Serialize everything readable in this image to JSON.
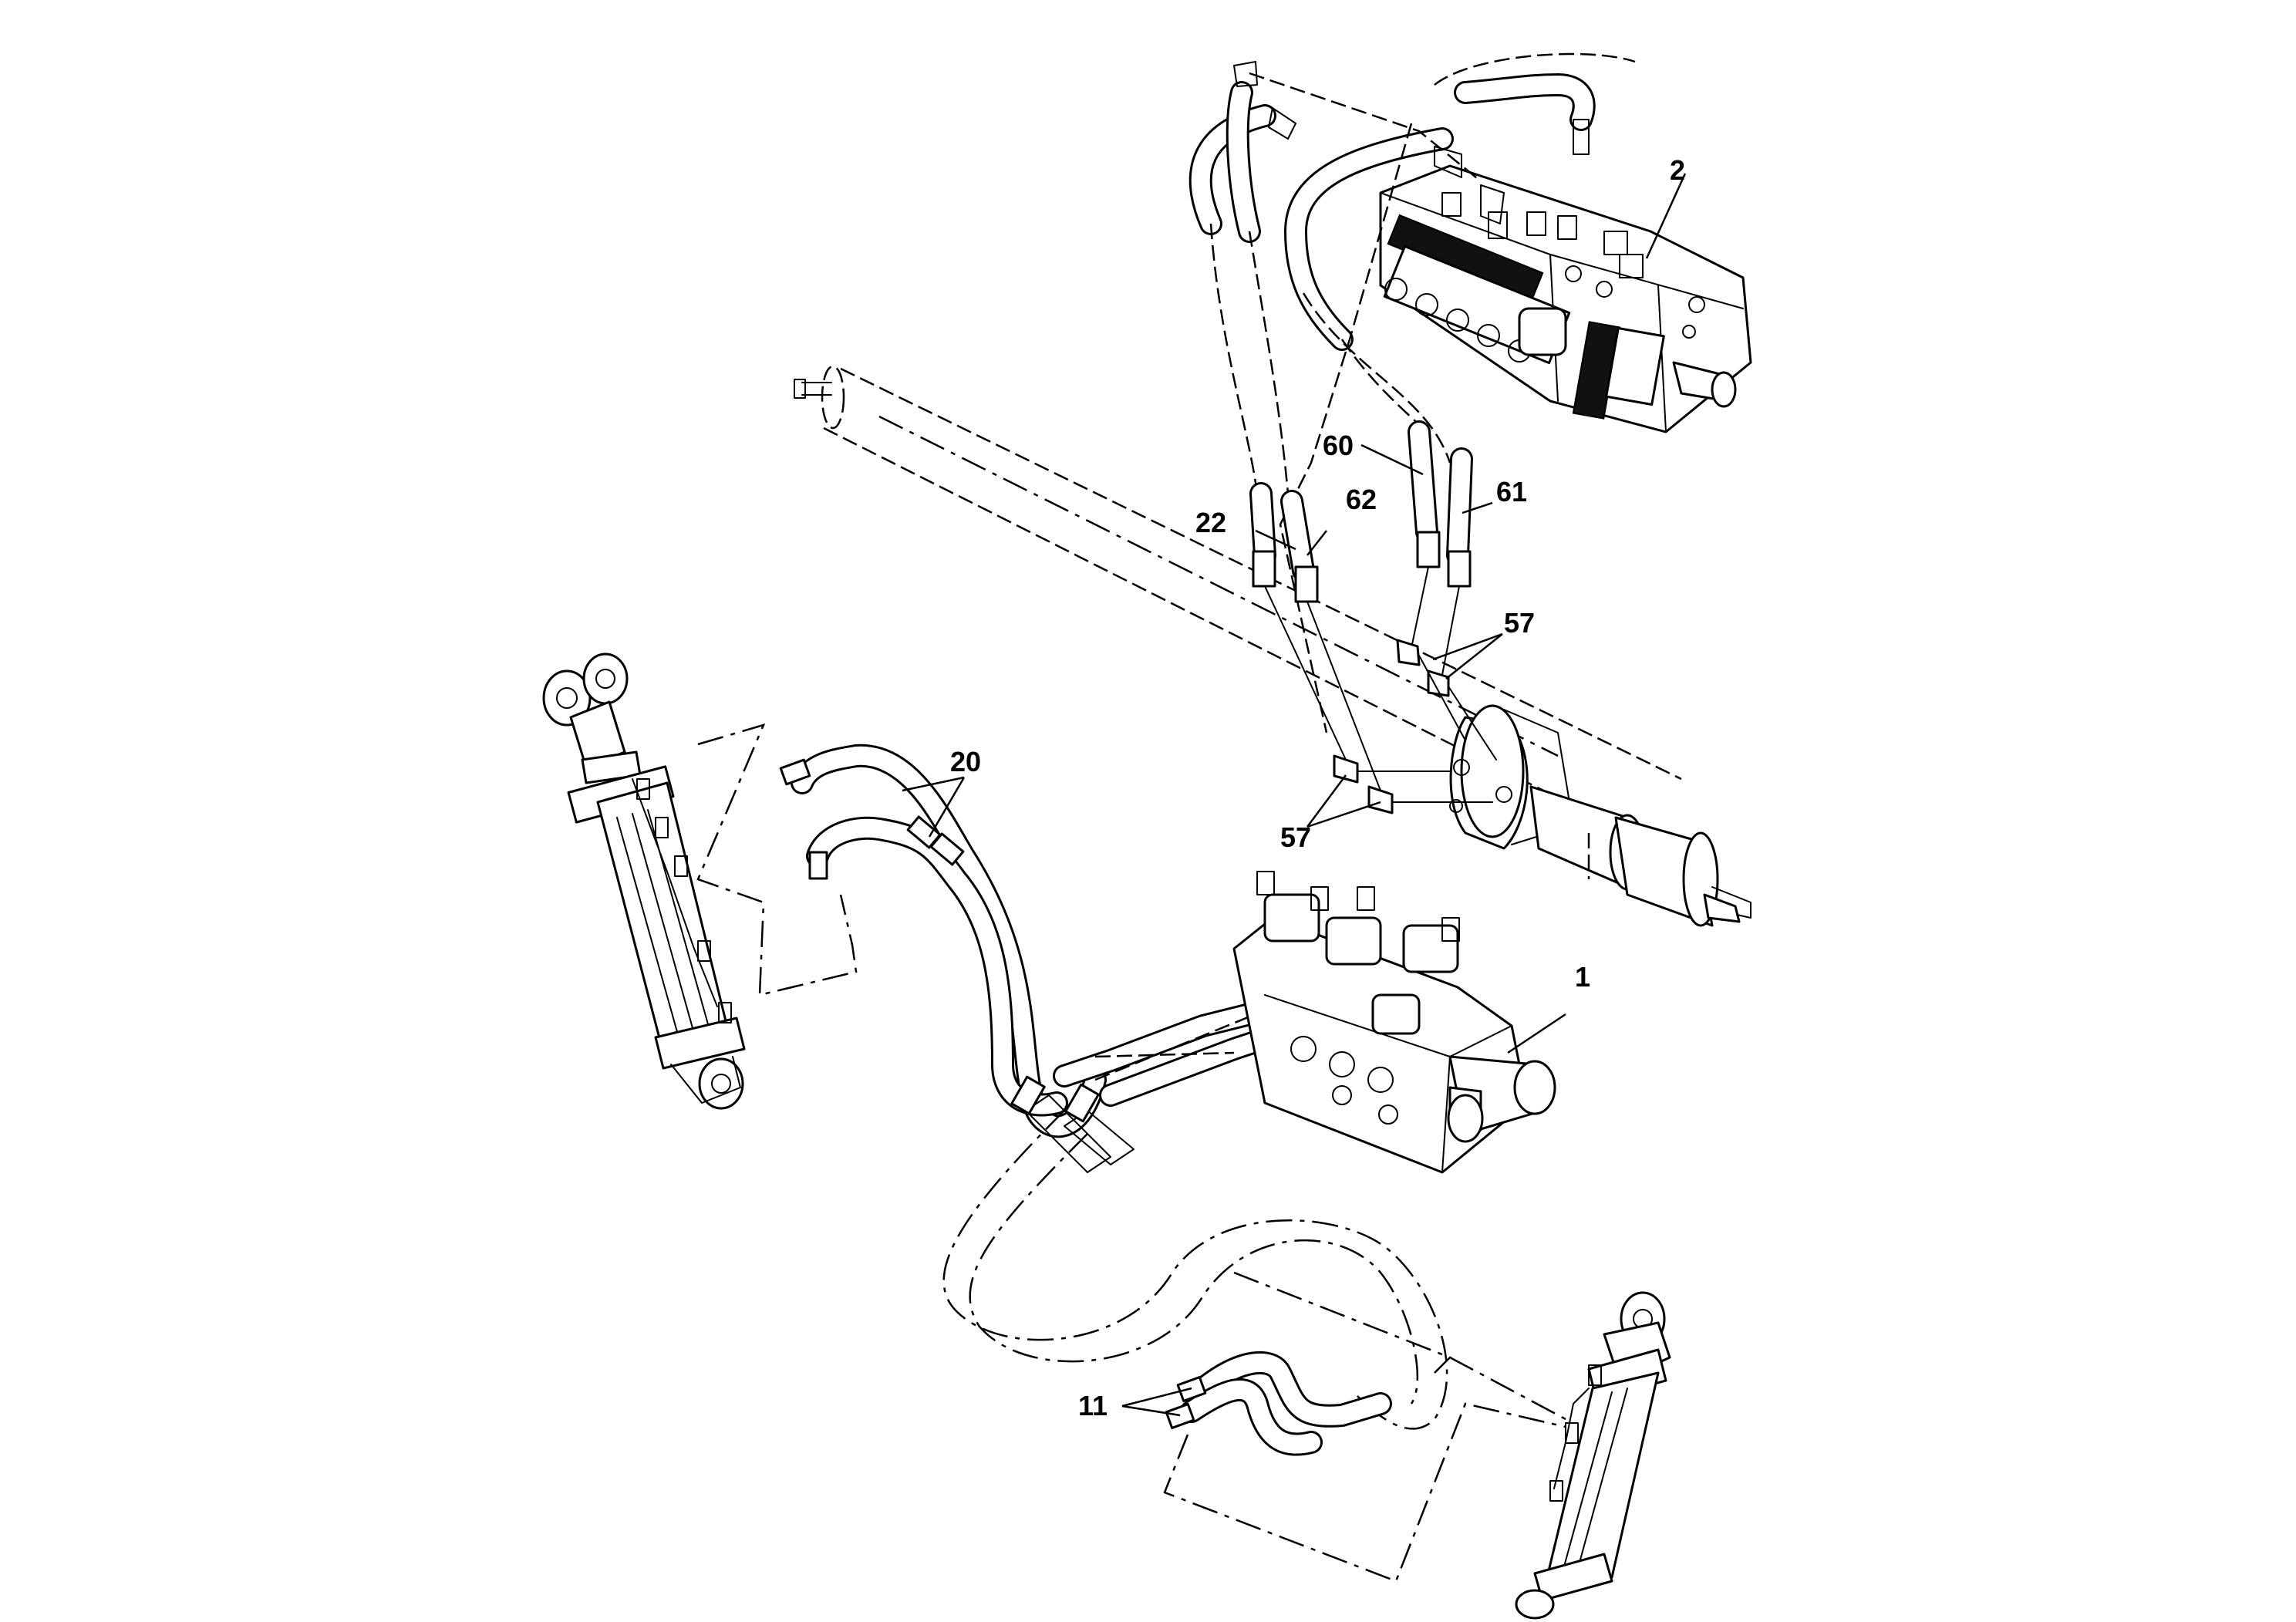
{
  "callouts": [
    {
      "id": "1",
      "text": "1"
    },
    {
      "id": "2",
      "text": "2"
    },
    {
      "id": "11",
      "text": "11"
    },
    {
      "id": "20",
      "text": "20"
    },
    {
      "id": "22",
      "text": "22"
    },
    {
      "id": "57a",
      "text": "57"
    },
    {
      "id": "57b",
      "text": "57"
    },
    {
      "id": "60",
      "text": "60"
    },
    {
      "id": "61",
      "text": "61"
    },
    {
      "id": "62",
      "text": "62"
    }
  ]
}
